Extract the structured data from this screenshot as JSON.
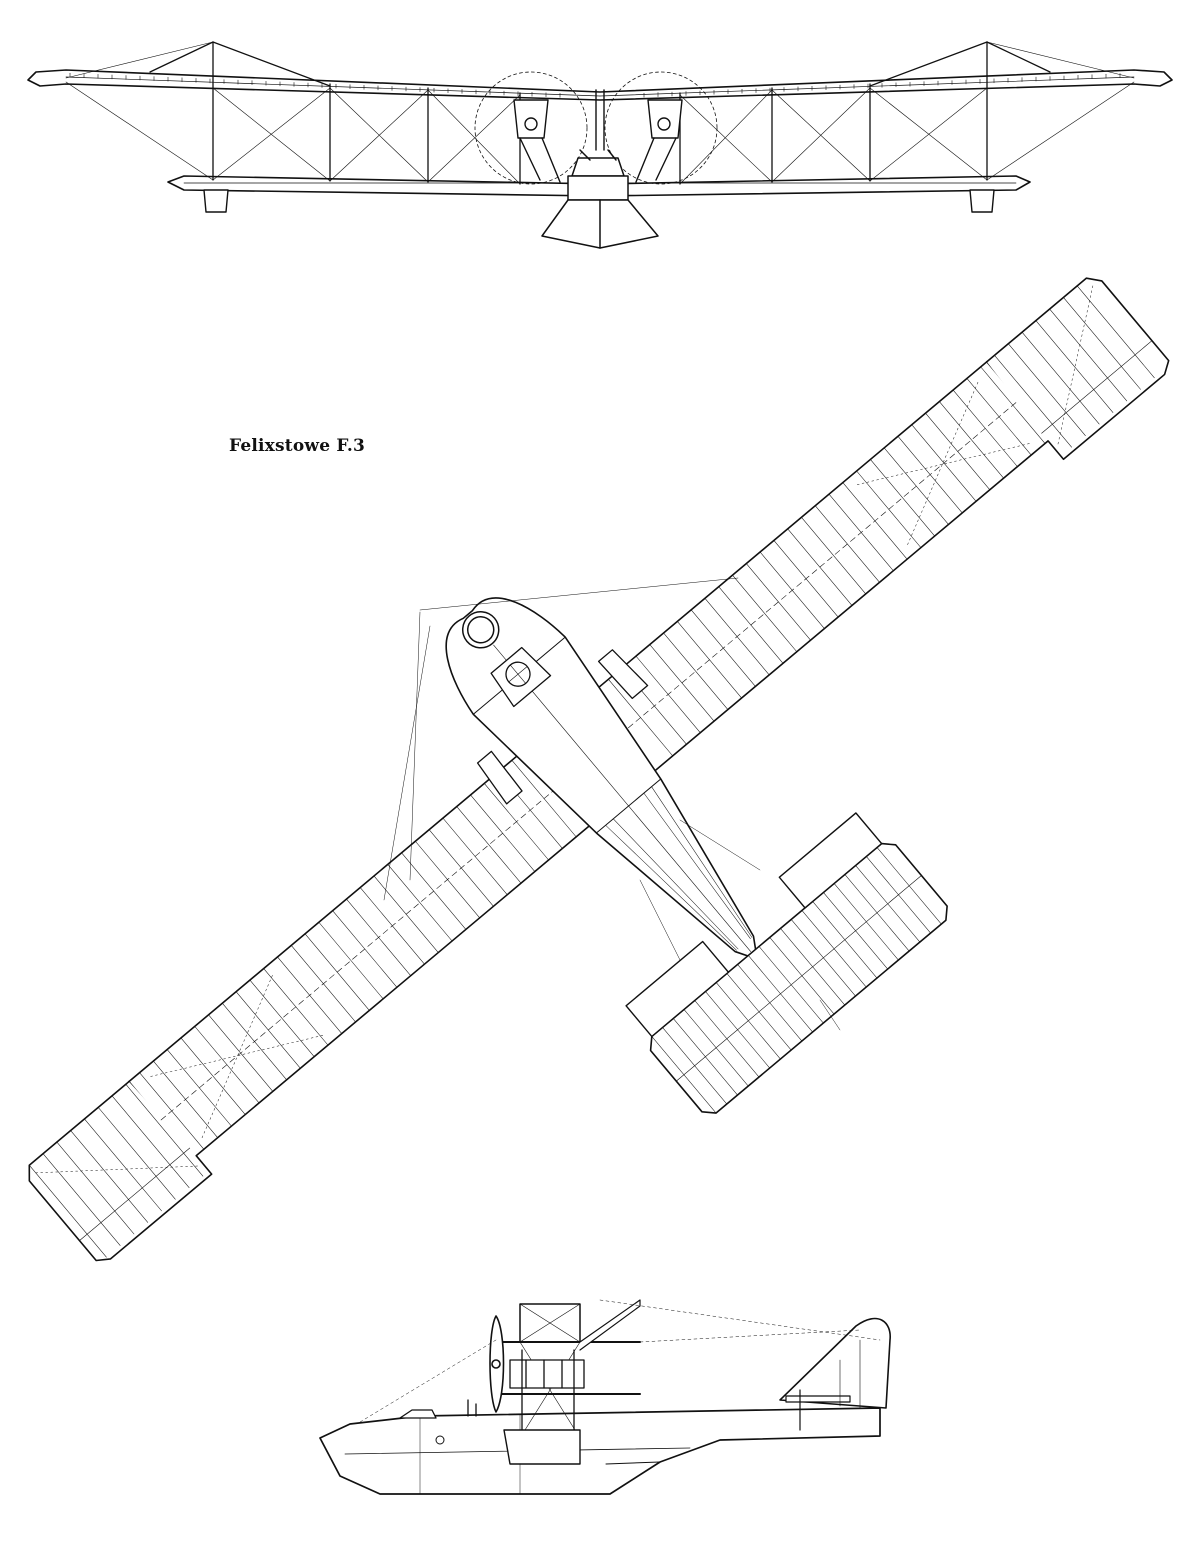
{
  "caption": "Felixstowe F.3",
  "views": [
    {
      "name": "front-view"
    },
    {
      "name": "plan-view"
    },
    {
      "name": "side-view"
    }
  ],
  "colors": {
    "paper": "#ffffff",
    "ink": "#111111"
  }
}
